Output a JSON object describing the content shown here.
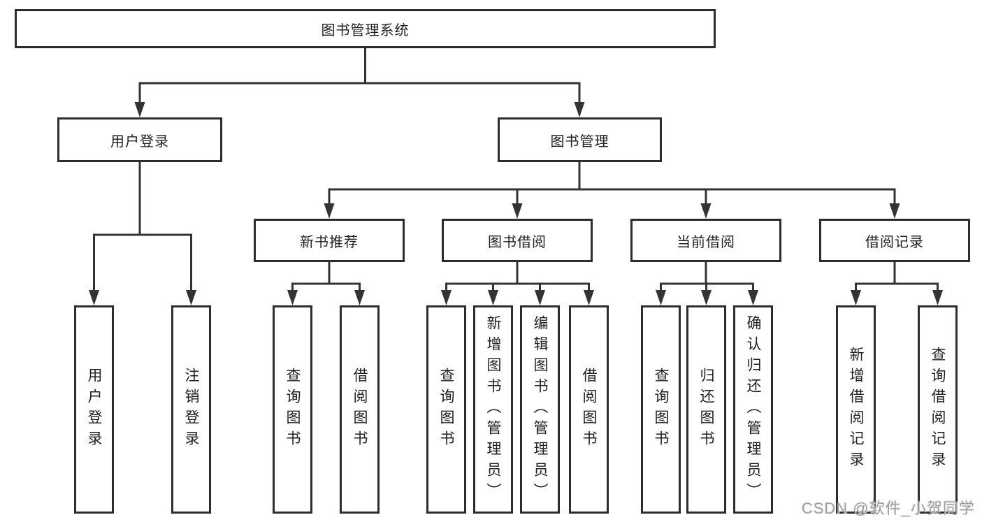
{
  "diagram": {
    "type": "hierarchy-tree",
    "title": "图书管理系统",
    "watermark": "CSDN @软件_小贺同学",
    "colors": {
      "background": "#ffffff",
      "box_border": "#2d2d2d",
      "connector_line": "#333333",
      "text": "#1f1f1f",
      "watermark_text": "#9e9e9e"
    },
    "nodes": {
      "root": {
        "label": "图书管理系统"
      },
      "user_login": {
        "label": "用户登录"
      },
      "book_mgmt": {
        "label": "图书管理"
      },
      "user_login_leaf": {
        "label": "用户登录"
      },
      "logout_leaf": {
        "label": "注销登录"
      },
      "new_book_rec": {
        "label": "新书推荐"
      },
      "book_borrow": {
        "label": "图书借阅"
      },
      "current_borrow": {
        "label": "当前借阅"
      },
      "borrow_records": {
        "label": "借阅记录"
      },
      "nbr_query_books": {
        "label": "查询图书"
      },
      "nbr_borrow_books": {
        "label": "借阅图书"
      },
      "bb_query_books": {
        "label": "查询图书"
      },
      "bb_add_books": {
        "label": "新增图书（管理员）"
      },
      "bb_edit_books": {
        "label": "编辑图书（管理员）"
      },
      "bb_borrow_books": {
        "label": "借阅图书"
      },
      "cb_query_books": {
        "label": "查询图书"
      },
      "cb_return_books": {
        "label": "归还图书"
      },
      "cb_confirm_return": {
        "label": "确认归还（管理员）"
      },
      "br_add_record": {
        "label": "新增借阅记录"
      },
      "br_query_record": {
        "label": "查询借阅记录"
      }
    },
    "hierarchy": {
      "图书管理系统": {
        "用户登录": [
          "用户登录",
          "注销登录"
        ],
        "图书管理": {
          "新书推荐": [
            "查询图书",
            "借阅图书"
          ],
          "图书借阅": [
            "查询图书",
            "新增图书（管理员）",
            "编辑图书（管理员）",
            "借阅图书"
          ],
          "当前借阅": [
            "查询图书",
            "归还图书",
            "确认归还（管理员）"
          ],
          "借阅记录": [
            "新增借阅记录",
            "查询借阅记录"
          ]
        }
      }
    }
  }
}
